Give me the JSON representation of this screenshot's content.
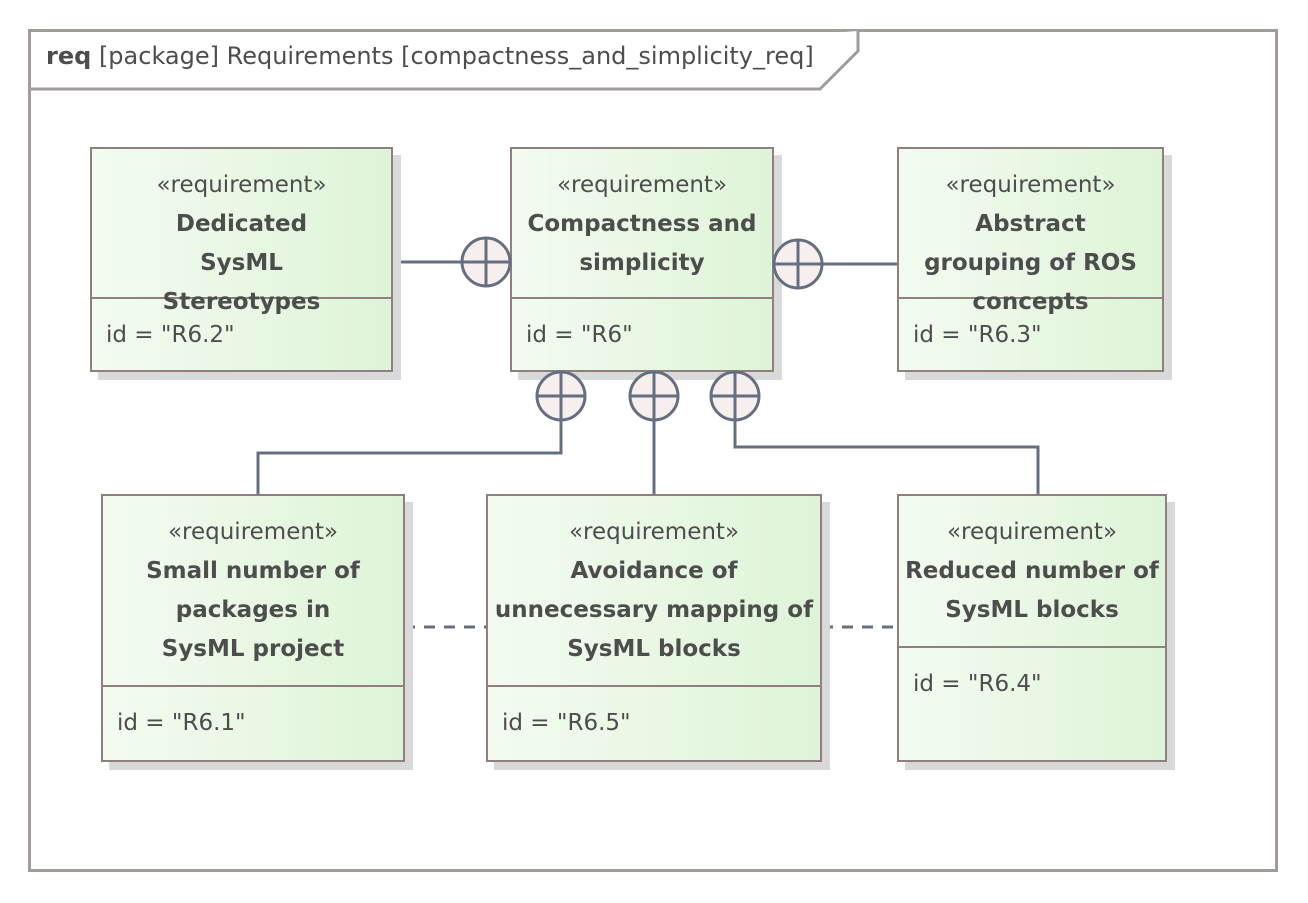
{
  "frame": {
    "kind": "req",
    "rest": "[package] Requirements [compactness_and_simplicity_req]"
  },
  "requirements": [
    {
      "key": "r62",
      "stereotype": "«requirement»",
      "name": "Dedicated SysML Stereotypes",
      "attr": "id = \"R6.2\""
    },
    {
      "key": "r6",
      "stereotype": "«requirement»",
      "name": "Compactness and simplicity",
      "attr": "id = \"R6\""
    },
    {
      "key": "r63",
      "stereotype": "«requirement»",
      "name": "Abstract grouping of ROS concepts",
      "attr": "id = \"R6.3\""
    },
    {
      "key": "r61",
      "stereotype": "«requirement»",
      "name": "Small number of packages in SysML project",
      "attr": "id = \"R6.1\""
    },
    {
      "key": "r65",
      "stereotype": "«requirement»",
      "name": "Avoidance of unnecessary mapping of SysML blocks",
      "attr": "id = \"R6.5\""
    },
    {
      "key": "r64",
      "stereotype": "«requirement»",
      "name": "Reduced number of SysML blocks",
      "attr": "id = \"R6.4\""
    }
  ],
  "colors": {
    "line": "#666f80",
    "border": "#8f807d",
    "circle_fill": "#f7efed"
  }
}
